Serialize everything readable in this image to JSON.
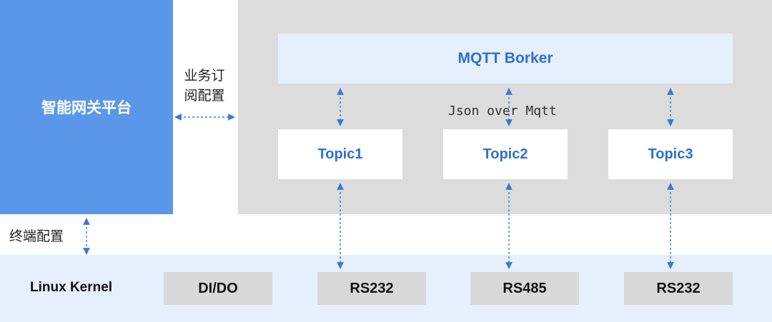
{
  "platform": {
    "label": "智能网关平台"
  },
  "subscription": {
    "label_line1": "业务订",
    "label_line2": "阅配置"
  },
  "terminal": {
    "label": "终端配置"
  },
  "broker": {
    "label": "MQTT Borker"
  },
  "protocol": {
    "label": "Json over Mqtt"
  },
  "topics": [
    {
      "label": "Topic1"
    },
    {
      "label": "Topic2"
    },
    {
      "label": "Topic3"
    }
  ],
  "kernel": {
    "label": "Linux Kernel",
    "ports": [
      {
        "label": "DI/DO"
      },
      {
        "label": "RS232"
      },
      {
        "label": "RS485"
      },
      {
        "label": "RS232"
      }
    ]
  },
  "colors": {
    "platform": "#5b97e9",
    "accent_text": "#2f6fd2",
    "light_panel": "#e6effc",
    "gray_region": "#dcdcdc",
    "port_fill": "#d8d8d8",
    "arrow": "#3a78d8"
  }
}
